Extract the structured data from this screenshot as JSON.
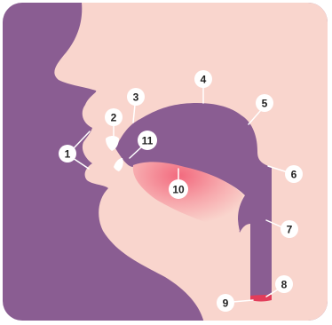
{
  "colors": {
    "background": "#ffffff",
    "frame": "#8a5d92",
    "skin": "#f9d5cd",
    "teeth": "#ffffff",
    "tongue_highlight": "#f26a7e",
    "vocal_folds": "#e23d5a",
    "leader_line": "#ffffff",
    "marker_fill": "#ffffff",
    "marker_text": "#222222"
  },
  "labels": [
    {
      "id": "1",
      "text": "1"
    },
    {
      "id": "2",
      "text": "2"
    },
    {
      "id": "3",
      "text": "3"
    },
    {
      "id": "4",
      "text": "4"
    },
    {
      "id": "5",
      "text": "5"
    },
    {
      "id": "6",
      "text": "6"
    },
    {
      "id": "7",
      "text": "7"
    },
    {
      "id": "8",
      "text": "8"
    },
    {
      "id": "9",
      "text": "9"
    },
    {
      "id": "10",
      "text": "10"
    },
    {
      "id": "11",
      "text": "11"
    }
  ]
}
